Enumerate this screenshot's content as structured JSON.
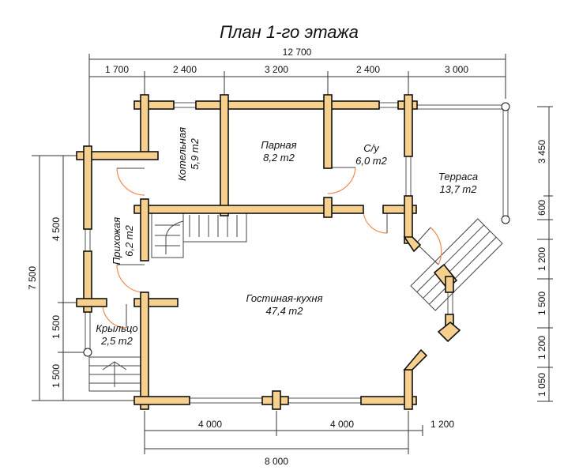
{
  "title": "План 1-го этажа",
  "rooms": {
    "kotelnaya": {
      "name": "Котельная",
      "area": "5,9 m2"
    },
    "parnaya": {
      "name": "Парная",
      "area": "8,2 m2"
    },
    "su": {
      "name": "С/у",
      "area": "6,0 m2"
    },
    "terrasa": {
      "name": "Терраса",
      "area": "13,7 m2"
    },
    "prihozhaya": {
      "name": "Прихожая",
      "area": "6,2 m2"
    },
    "gostinaya": {
      "name": "Гостиная-кухня",
      "area": "47,4 m2"
    },
    "krylco": {
      "name": "Крыльцо",
      "area": "2,5 m2"
    }
  },
  "dimensions": {
    "top_total": "12 700",
    "top": [
      "1 700",
      "2 400",
      "3 200",
      "2 400",
      "3 000"
    ],
    "bottom": [
      "4 000",
      "4 000",
      "1 200"
    ],
    "bottom_total": "8 000",
    "left_total": "7 500",
    "left": [
      "4 500",
      "1 500",
      "1 500"
    ],
    "right": [
      "3 450",
      "600",
      "1 200",
      "1 500",
      "1 200",
      "1 050"
    ]
  },
  "colors": {
    "wall": "#f6d08c",
    "door": "#f08a4b"
  }
}
